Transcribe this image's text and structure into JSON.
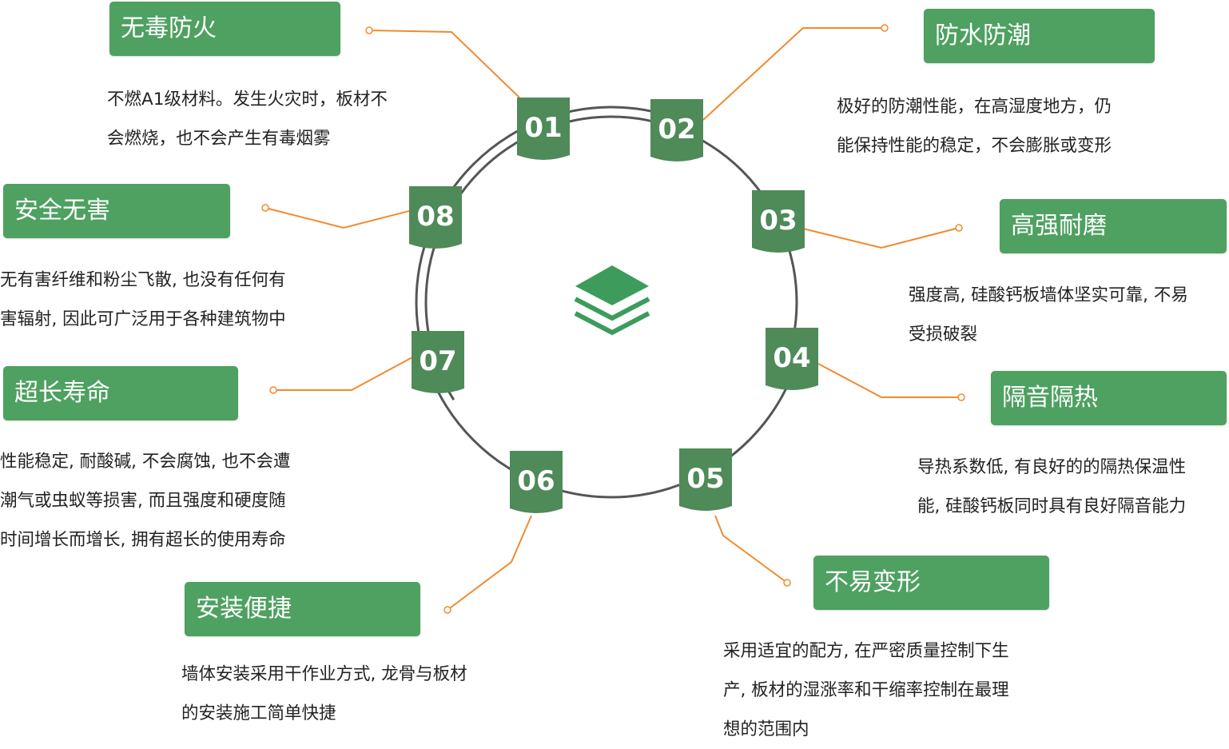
{
  "colors": {
    "accent": "#4ea161",
    "badge": "#4f8a59",
    "connector": "#f28a2e",
    "ring": "#555555",
    "center_icon": "#3d9c5c"
  },
  "center_icon": "layers-icon",
  "items": [
    {
      "num": "01",
      "title": "无毒防火",
      "desc": [
        "不燃A1级材料。发生火灾时，板材不",
        "会燃烧，也不会产生有毒烟雾"
      ]
    },
    {
      "num": "02",
      "title": "防水防潮",
      "desc": [
        "极好的防潮性能，在高湿度地方，仍",
        "能保持性能的稳定，不会膨胀或变形"
      ]
    },
    {
      "num": "03",
      "title": "高强耐磨",
      "desc": [
        "强度高, 硅酸钙板墙体坚实可靠, 不易",
        "受损破裂"
      ]
    },
    {
      "num": "04",
      "title": "隔音隔热",
      "desc": [
        "导热系数低, 有良好的的隔热保温性",
        "能, 硅酸钙板同时具有良好隔音能力"
      ]
    },
    {
      "num": "05",
      "title": "不易变形",
      "desc": [
        "采用适宜的配方, 在严密质量控制下生",
        "产, 板材的湿涨率和干缩率控制在最理",
        "想的范围内"
      ]
    },
    {
      "num": "06",
      "title": "安装便捷",
      "desc": [
        "墙体安装采用干作业方式, 龙骨与板材",
        "的安装施工简单快捷"
      ]
    },
    {
      "num": "07",
      "title": "超长寿命",
      "desc": [
        "性能稳定, 耐酸碱, 不会腐蚀, 也不会遭",
        "潮气或虫蚁等损害, 而且强度和硬度随",
        "时间增长而增长, 拥有超长的使用寿命"
      ]
    },
    {
      "num": "08",
      "title": "安全无害",
      "desc": [
        "无有害纤维和粉尘飞散, 也没有任何有",
        "害辐射, 因此可广泛用于各种建筑物中"
      ]
    }
  ]
}
